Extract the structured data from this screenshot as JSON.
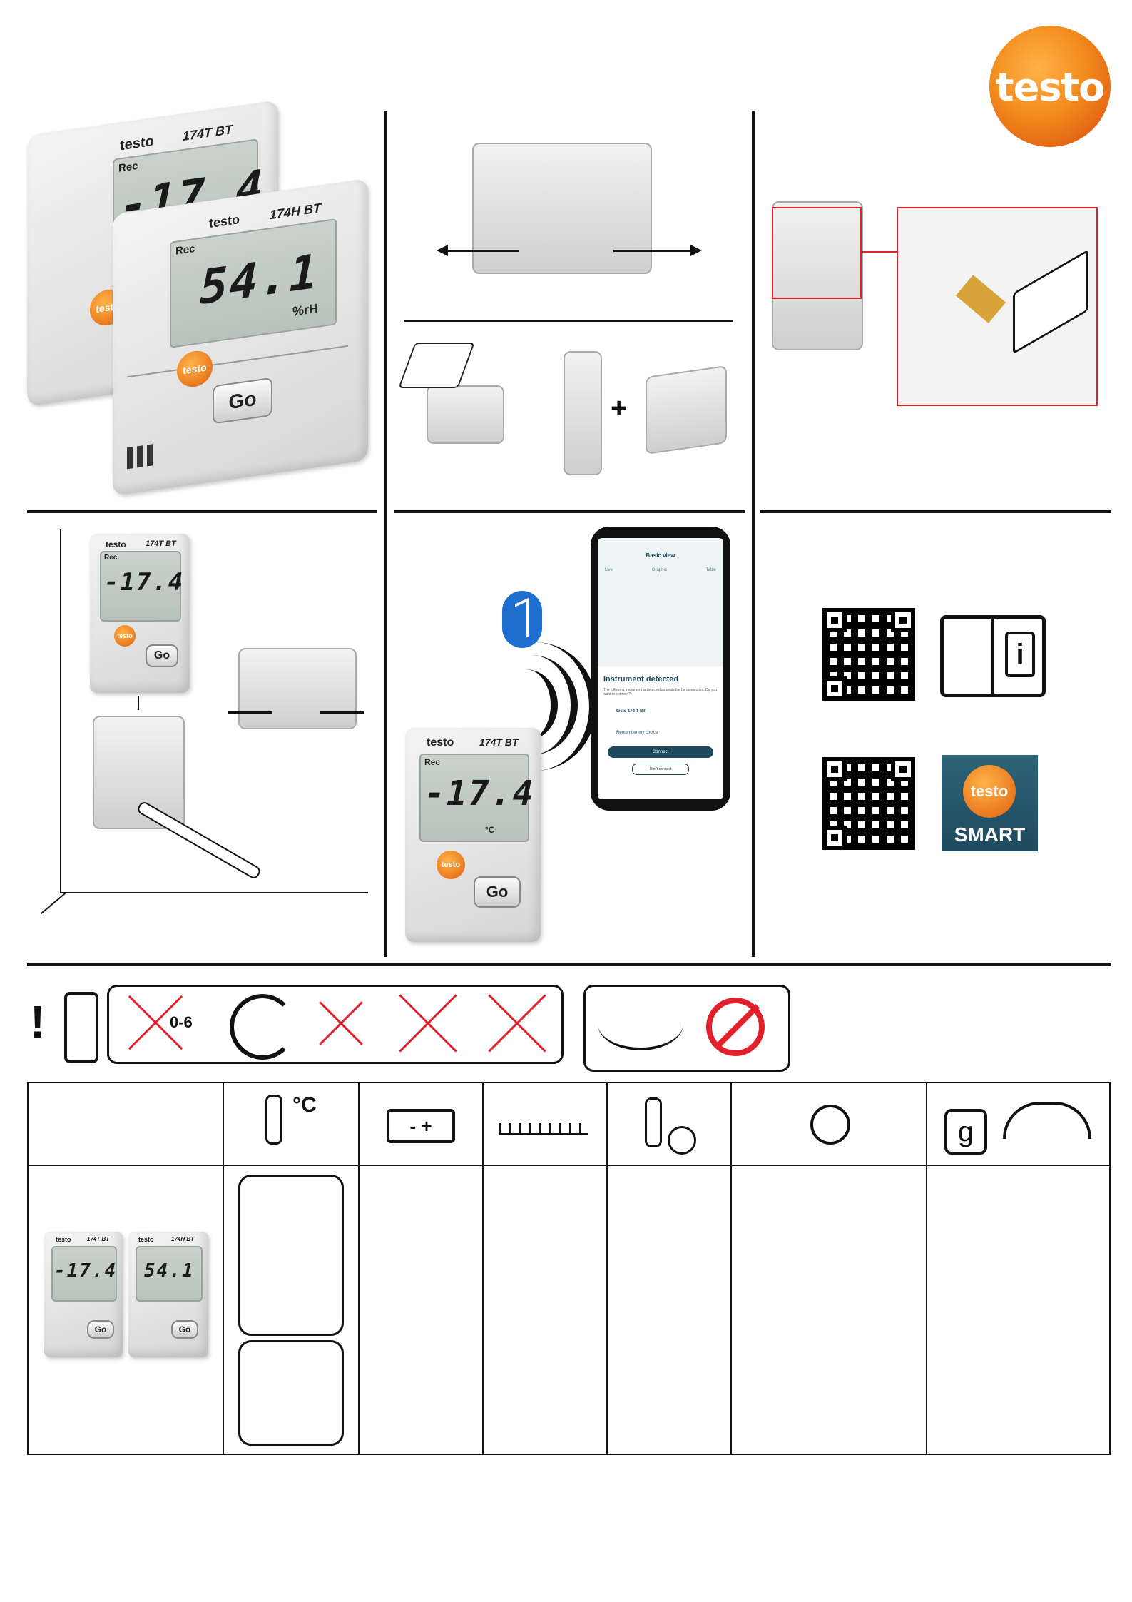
{
  "brand": {
    "logo_text": "testo",
    "smart_app_name": "SMART"
  },
  "step_label": "1",
  "devices": {
    "t": {
      "brand": "testo",
      "model": "174T BT",
      "rec": "Rec",
      "value": "-17.4",
      "unit": "°C",
      "button": "Go"
    },
    "h": {
      "brand": "testo",
      "model": "174H BT",
      "rec": "Rec",
      "value": "54.1",
      "unit": "%rH",
      "button": "Go"
    }
  },
  "phone": {
    "header": "Basic view",
    "tabs": [
      "Live",
      "Graphic",
      "Table"
    ],
    "dialog_title": "Instrument detected",
    "dialog_text": "The following instrument is detected as available for connection. Do you want to connect?",
    "instrument": "testo 174 T BT",
    "remember": "Remember my choice",
    "connect": "Connect",
    "dont_connect": "Don't connect"
  },
  "icons": {
    "plus": "+",
    "units_celsius": "°C",
    "battery_symbol": "- +",
    "weight_symbol": "g",
    "child_age": "0-6"
  },
  "colors": {
    "accent": "#f28b1e",
    "warn_red": "#e0202a",
    "app_bg": "#1d4a5e"
  }
}
